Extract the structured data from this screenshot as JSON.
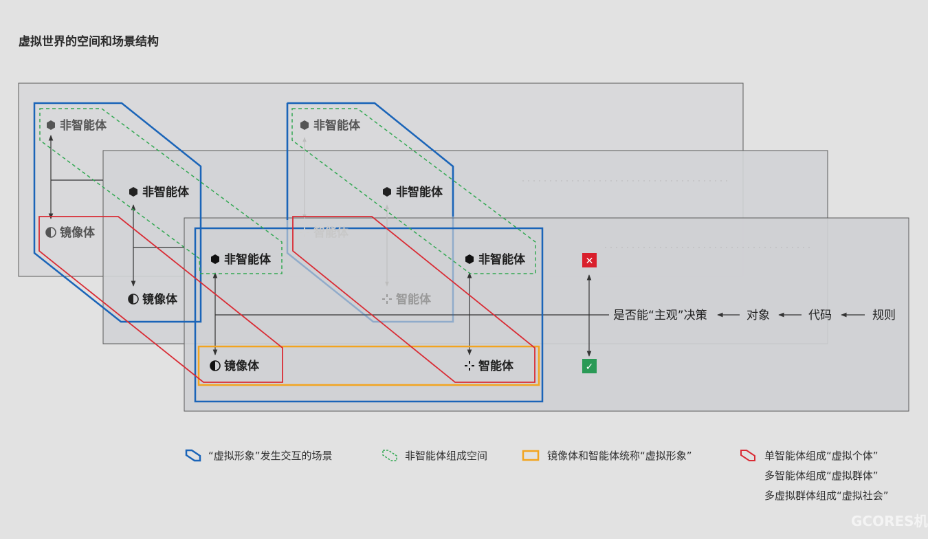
{
  "title": "虚拟世界的空间和场景结构",
  "nodes": {
    "non_agent": "非智能体",
    "mirror": "镜像体",
    "agent": "智能体"
  },
  "flow": {
    "decision": "是否能“主观”决策",
    "object": "对象",
    "code": "代码",
    "rules": "规则"
  },
  "status": {
    "no": "✕",
    "yes": "✓"
  },
  "legend": {
    "blue": "“虚拟形象”发生交互的场景",
    "green": "非智能体组成空间",
    "orange": "镜像体和智能体统称“虚拟形象”",
    "red_1": "单智能体组成“虚拟个体”",
    "red_2": "多智能体组成“虚拟群体”",
    "red_3": "多虚拟群体组成“虚拟社会”"
  },
  "watermark": "GCORES机核",
  "colors": {
    "blue": "#1a64b8",
    "green": "#32a852",
    "orange": "#f2a41f",
    "red": "#d92b34",
    "no_badge": "#d91f2c",
    "yes_badge": "#2a9a56"
  }
}
